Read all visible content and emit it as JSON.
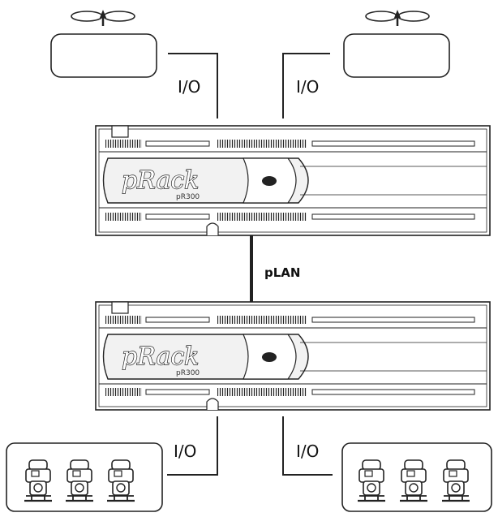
{
  "labels": {
    "io_top_left": "I/O",
    "io_top_right": "I/O",
    "io_bottom_left": "I/O",
    "io_bottom_right": "I/O",
    "plan": "pLAN"
  },
  "controllers": [
    {
      "brand": "pRack",
      "model": "pR300"
    },
    {
      "brand": "pRack",
      "model": "pR300"
    }
  ],
  "icons": {
    "evaporator": "fan-unit-icon",
    "compressor": "compressor-icon"
  },
  "colors": {
    "line": "#222222",
    "device_fill": "#ffffff",
    "panel_fill": "#f2f2f2"
  }
}
